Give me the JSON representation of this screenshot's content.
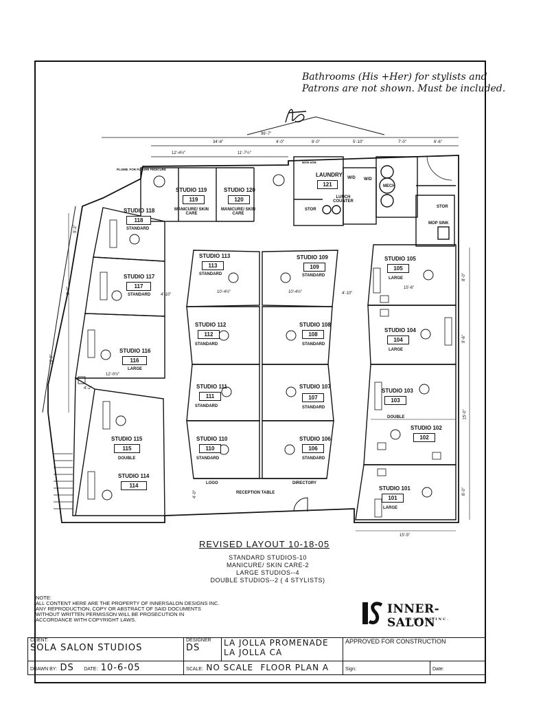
{
  "handnote": {
    "line1": "Bathrooms (His +Her) for stylists and",
    "line2": "Patrons are not shown. Must be included."
  },
  "dimensions": {
    "overall_top": "96'-7\"",
    "left_segment": "34'-6\"",
    "mid_segment": "4'-0\"",
    "seg_a": "8'-0\"",
    "seg_b": "5'-10\"",
    "seg_c": "7'-0\"",
    "seg_d": "6'-6\"",
    "studio119_width": "12'-4½\"",
    "studio120_width": "11'-7½\"",
    "corridor_left": "4'-10\"",
    "corridor_right": "4'-10\"",
    "s113_width": "10'-4½\"",
    "s109_width": "10'-4½\"",
    "s105_width": "15'-6\"",
    "s116_width": "12'-0½\"",
    "left_corr": "4'-2\"",
    "bottom_right": "15'-5\"",
    "side_a": "9'-2\"",
    "side_b": "9'-0\"",
    "side_c": "13'-0\"",
    "side_d": "8'-0\"",
    "side_e": "9'-6\"",
    "side_f": "15'-0\"",
    "side_g": "8'-0\"",
    "vert_mid": "4'-0\""
  },
  "rooms": {
    "studio119": {
      "title": "STUDIO 119",
      "number": "119",
      "type": "MANICURE/ SKIN CARE"
    },
    "studio120": {
      "title": "STUDIO 120",
      "number": "120",
      "type": "MANICURE/ SKIN CARE"
    },
    "plumb_note": "PLUMB. FOR FUTURE PEDICURE",
    "laundry": {
      "title": "LAUNDRY",
      "number": "121"
    },
    "lunch_counter": "LUNCH COUNTER",
    "stor1": "STOR",
    "stor2": "STOR",
    "mop_sink": "MOP SINK",
    "mech": "MECH",
    "wd1": "W/D",
    "wd2": "W/D",
    "water_heater": "WTR HTR",
    "studio118": {
      "title": "STUDIO 118",
      "number": "118",
      "type": "STANDARD"
    },
    "studio117": {
      "title": "STUDIO 117",
      "number": "117",
      "type": "STANDARD"
    },
    "studio116": {
      "title": "STUDIO 116",
      "number": "116",
      "type": "LARGE"
    },
    "studio115": {
      "title": "STUDIO 115",
      "number": "115",
      "type": "DOUBLE"
    },
    "studio114": {
      "title": "STUDIO 114",
      "number": "114"
    },
    "studio113": {
      "title": "STUDIO 113",
      "number": "113",
      "type": "STANDARD"
    },
    "studio109": {
      "title": "STUDIO 109",
      "number": "109",
      "type": "STANDARD"
    },
    "studio112": {
      "title": "STUDIO 112",
      "number": "112",
      "type": "STANDARD"
    },
    "studio108": {
      "title": "STUDIO 108",
      "number": "108",
      "type": "STANDARD"
    },
    "studio111": {
      "title": "STUDIO 111",
      "number": "111",
      "type": "STANDARD"
    },
    "studio107": {
      "title": "STUDIO 107",
      "number": "107",
      "type": "STANDARD"
    },
    "studio110": {
      "title": "STUDIO 110",
      "number": "110",
      "type": "STANDARD"
    },
    "studio106": {
      "title": "STUDIO 106",
      "number": "106",
      "type": "STANDARD"
    },
    "studio105": {
      "title": "STUDIO 105",
      "number": "105",
      "type": "LARGE"
    },
    "studio104": {
      "title": "STUDIO 104",
      "number": "104",
      "type": "LARGE"
    },
    "studio103": {
      "title": "STUDIO 103",
      "number": "103",
      "type": "DOUBLE"
    },
    "studio102": {
      "title": "STUDIO 102",
      "number": "102"
    },
    "studio101": {
      "title": "STUDIO 101",
      "number": "101",
      "type": "LARGE"
    },
    "logo_label": "LOGO",
    "directory": "DIRECTORY",
    "reception": "RECEPTION TABLE"
  },
  "revision": {
    "title": "REVISED LAYOUT 10-18-05",
    "line1": "STANDARD STUDIOS-10",
    "line2": "MANICURE/ SKIN CARE-2",
    "line3": "LARGE STUDIOS--4",
    "line4": "DOUBLE STUDIOS--2 ( 4 STYLISTS)"
  },
  "note": {
    "heading": "NOTE:",
    "body": "ALL CONTENT HERE ARE THE PROPERTY OF INNERSALON DESIGNS INC. ANY REPRODUCTION, COPY OR ABSTRACT OF SAID DOCUMENTS WITHOUT WRITTEN PERMISSON WILL BE PROSECUTION IN ACCORDANCE WITH COPYRIGHT LAWS."
  },
  "logo": {
    "name": "INNER-SALON",
    "sub": "DESIGNS INC."
  },
  "titleblock": {
    "client_label": "CLIENT:",
    "client": "SOLA SALON STUDIOS",
    "designer_label": "DESIGNER",
    "designer": "DS",
    "project_line1": "LA JOLLA PROMENADE",
    "project_line2": "LA JOLLA CA",
    "approved": "APPROVED FOR CONSTRUCTION",
    "drawn_label": "DRAWN BY:",
    "drawn": "DS",
    "date_label": "DATE:",
    "date": "10-6-05",
    "scale_label": "SCALE:",
    "scale": "NO SCALE",
    "sheet": "FLOOR PLAN A",
    "sign_label": "Sign:",
    "date2_label": "Date:"
  }
}
